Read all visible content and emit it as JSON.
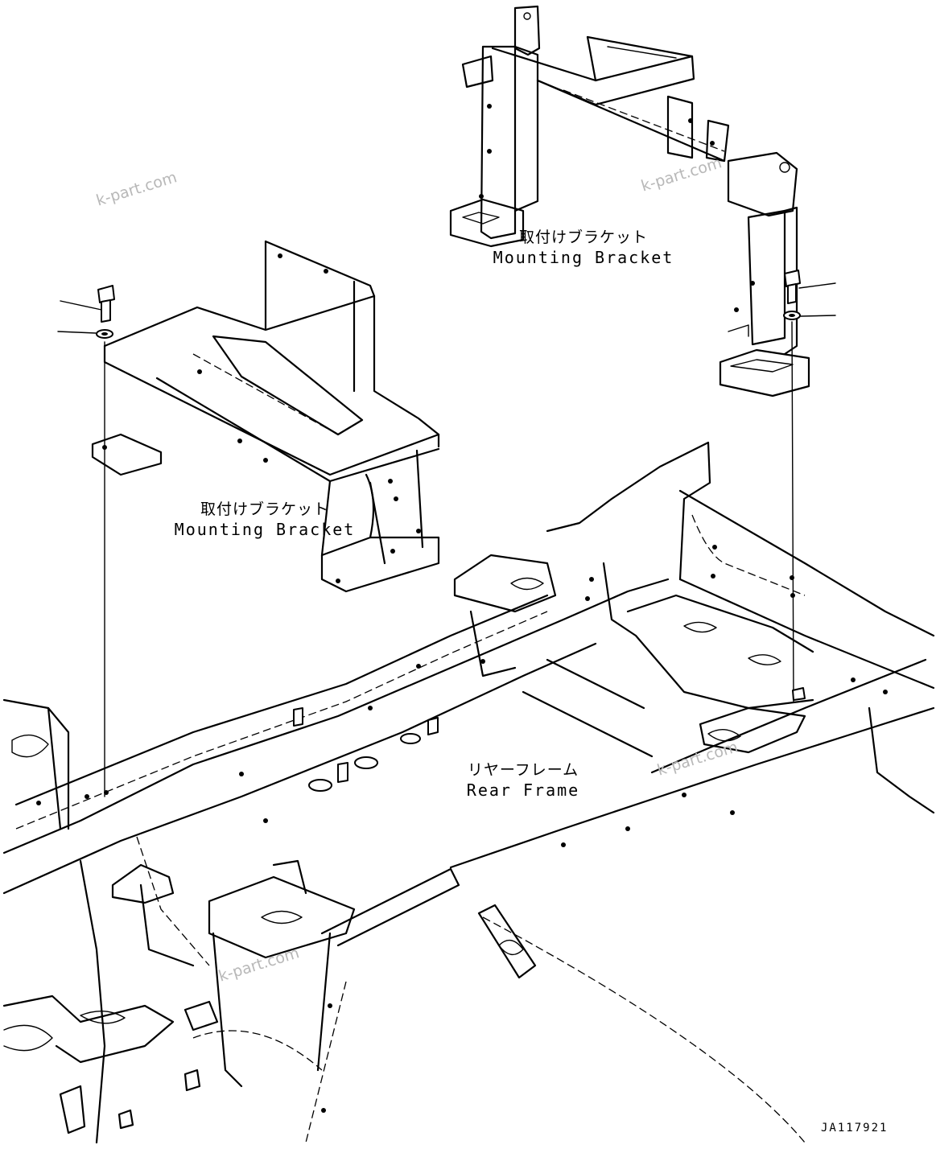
{
  "labels": {
    "bracket_top": {
      "jp": "取付けブラケット",
      "en": "Mounting Bracket"
    },
    "bracket_left": {
      "jp": "取付けブラケット",
      "en": "Mounting Bracket"
    },
    "rear_frame": {
      "jp": "リヤーフレーム",
      "en": "Rear Frame"
    }
  },
  "watermarks": [
    "k-part.com",
    "k-part.com",
    "k-part.com",
    "k-part.com"
  ],
  "drawing_code": "JA117921"
}
